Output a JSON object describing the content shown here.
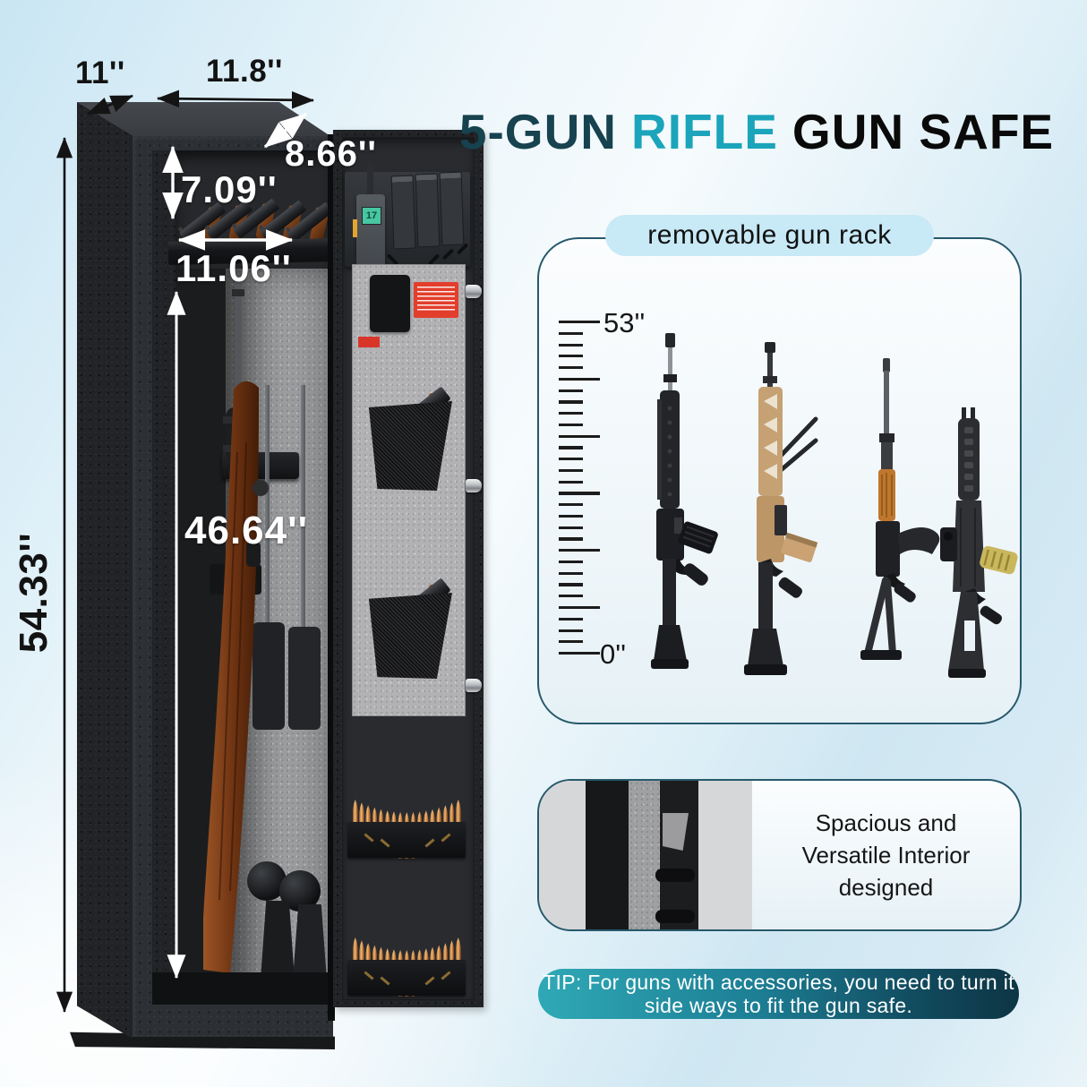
{
  "title": {
    "part_count": "5-GUN",
    "part_type": "RIFLE",
    "part_product": "GUN SAFE"
  },
  "dimensions": {
    "depth": "11''",
    "width": "11.8''",
    "door_depth": "8.66''",
    "handgun_shelf_height": "7.09''",
    "shelf_width": "11.06''",
    "interior_height": "46.64''",
    "overall_height": "54.33''"
  },
  "rack_panel": {
    "label": "removable gun rack",
    "ruler_max": "53''",
    "ruler_min": "0''"
  },
  "interior_panel": {
    "caption_line1": "Spacious and",
    "caption_line2": "Versatile Interior designed"
  },
  "tip_banner": {
    "line1": "TIP: For guns with accessories, you need to turn it",
    "line2": "side ways to fit the gun safe."
  },
  "walkie_display": "17",
  "colors": {
    "accent": "#1ba4ba",
    "dark_teal": "#17424f",
    "panel_border": "#27596b",
    "label_pill_bg": "#c8e9f6",
    "tip_gradient_start": "#2fa9b6",
    "tip_gradient_end": "#0d3544",
    "background_blue": "#cfe9f5"
  }
}
